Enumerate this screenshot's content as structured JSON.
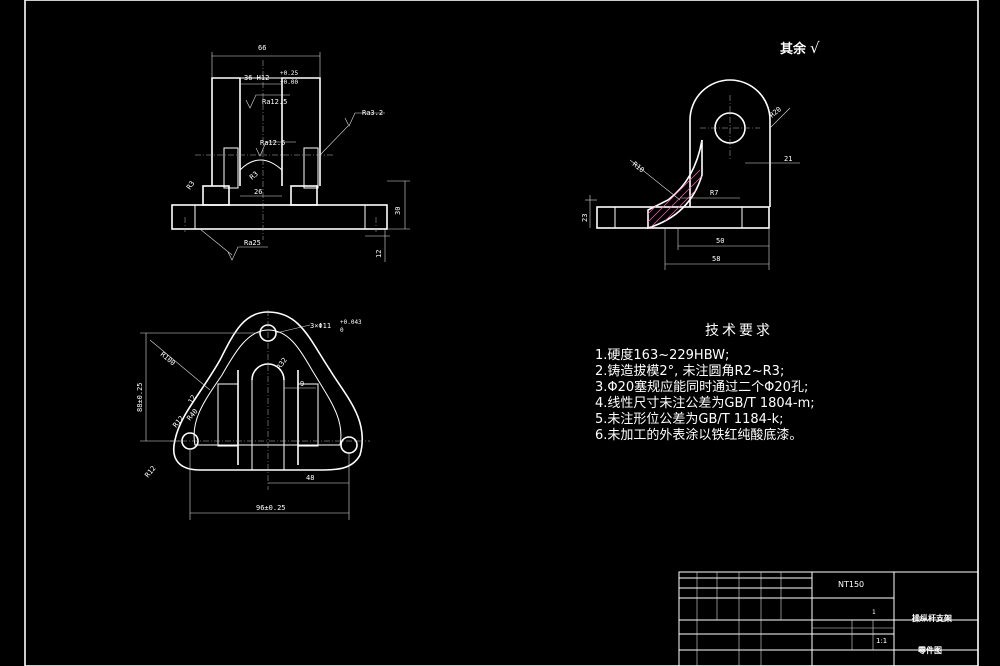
{
  "roughness_note": {
    "label": "其余",
    "symbol": "√"
  },
  "tech_requirements": {
    "title": "技术要求",
    "items": [
      "1.硬度163~229HBW;",
      "2.铸造拔模2°, 未注圆角R2~R3;",
      "3.Φ20塞规应能同时通过二个Φ20孔;",
      "4.线性尺寸未注公差为GB/T 1804-m;",
      "5.未注形位公差为GB/T 1184-k;",
      "6.未加工的外表涂以铁红纯酸底漆。"
    ]
  },
  "front_view": {
    "dims": [
      "66",
      "36 H12",
      "+0.25",
      "+0.00",
      "Ra12.5",
      "Ra3.2",
      "Ra12.5",
      "R3",
      "R3",
      "26",
      "30",
      "Ra25",
      "12"
    ]
  },
  "side_view": {
    "dims": [
      "R20",
      "21",
      "R10",
      "R7",
      "23",
      "50",
      "58"
    ]
  },
  "top_view": {
    "dims": [
      "3×Φ11",
      "+0.043",
      "0",
      "R100",
      "R12",
      "R32",
      "9",
      "12",
      "48",
      "96±0.25",
      "R12",
      "R40",
      "88±0.25"
    ]
  },
  "title_block": {
    "material": "NT150",
    "part_name": "操纵杆支架",
    "drawing_type": "零件图",
    "scale": "1:1",
    "sheet": "1"
  }
}
